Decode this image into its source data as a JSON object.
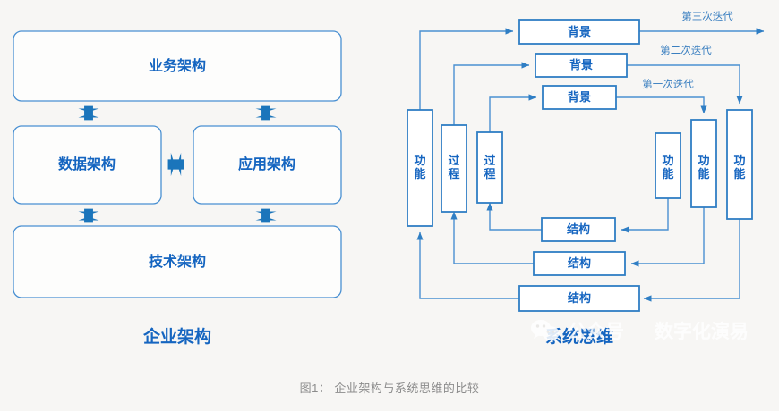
{
  "caption": "图1：  企业架构与系统思维的比较",
  "colors": {
    "background": "#f7f6f4",
    "box_border": "#4a90d2",
    "box_border_strong": "#2f7ec4",
    "label_blue": "#1565c0",
    "connector_blue": "#1b75bb",
    "caption_gray": "#8c8c8c"
  },
  "left_diagram": {
    "title": "企业架构",
    "boxes": [
      {
        "id": "business",
        "label": "业务架构"
      },
      {
        "id": "data",
        "label": "数据架构"
      },
      {
        "id": "application",
        "label": "应用架构"
      },
      {
        "id": "technology",
        "label": "技术架构"
      }
    ],
    "connectors": [
      {
        "id": "business-data",
        "orientation": "vertical",
        "kind": "double-arrow"
      },
      {
        "id": "business-application",
        "orientation": "vertical",
        "kind": "double-arrow"
      },
      {
        "id": "data-application",
        "orientation": "horizontal",
        "kind": "double-arrow"
      },
      {
        "id": "data-technology",
        "orientation": "vertical",
        "kind": "double-arrow"
      },
      {
        "id": "application-technology",
        "orientation": "vertical",
        "kind": "double-arrow"
      }
    ]
  },
  "right_diagram": {
    "title": "系统思维",
    "iteration_labels": [
      {
        "id": "iteration-3",
        "label": "第三次迭代"
      },
      {
        "id": "iteration-2",
        "label": "第二次迭代"
      },
      {
        "id": "iteration-1",
        "label": "第一次迭代"
      }
    ],
    "context_boxes": [
      {
        "id": "context-3",
        "label": "背景"
      },
      {
        "id": "context-2",
        "label": "背景"
      },
      {
        "id": "context-1",
        "label": "背景"
      }
    ],
    "structure_boxes": [
      {
        "id": "structure-1",
        "label": "结构"
      },
      {
        "id": "structure-2",
        "label": "结构"
      },
      {
        "id": "structure-3",
        "label": "结构"
      }
    ],
    "function_boxes_left": [
      {
        "id": "function-left-1",
        "label": "功能"
      }
    ],
    "process_boxes": [
      {
        "id": "process-1",
        "label": "过程"
      },
      {
        "id": "process-2",
        "label": "过程"
      }
    ],
    "function_boxes_right": [
      {
        "id": "function-right-1",
        "label": "功能"
      },
      {
        "id": "function-right-2",
        "label": "功能"
      },
      {
        "id": "function-right-3",
        "label": "功能"
      }
    ]
  },
  "watermark": {
    "account_label": "公众号",
    "account_name": "数字化演易"
  }
}
